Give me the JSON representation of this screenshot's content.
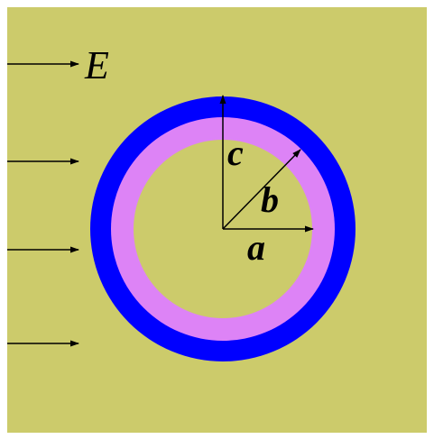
{
  "colors": {
    "background": "#cccb6b",
    "outer_shell": "#0000ff",
    "middle_shell": "#dd83f6",
    "inner_core": "#cccb6b",
    "ink": "#000000"
  },
  "labels": {
    "field": "E",
    "radius_a": "a",
    "radius_b": "b",
    "radius_c": "c"
  },
  "field_arrows": {
    "count": 4
  }
}
